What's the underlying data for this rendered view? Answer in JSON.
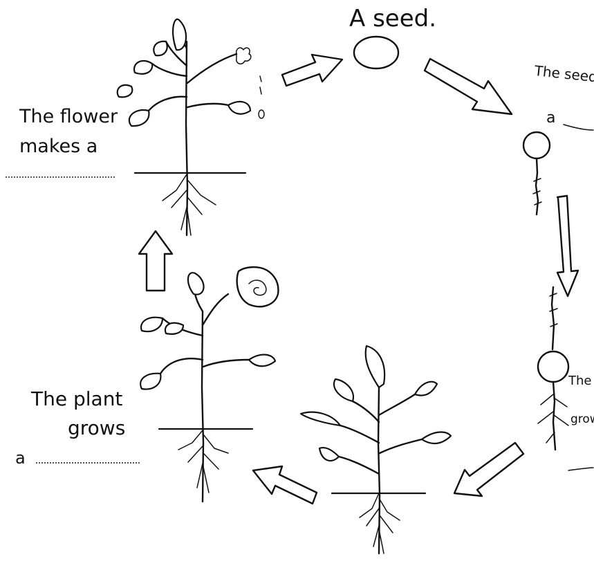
{
  "stages": {
    "seed": {
      "label": "A seed."
    },
    "germinate": {
      "label_top": "The seed",
      "label_bottom": "a"
    },
    "sprout": {
      "label_top": "The s",
      "label_bottom": "grow"
    },
    "flowering": {
      "label_line1": "The plant",
      "label_line2": "grows",
      "label_line3": "a"
    },
    "seeding": {
      "label_line1": "The flower",
      "label_line2": "makes a"
    }
  }
}
